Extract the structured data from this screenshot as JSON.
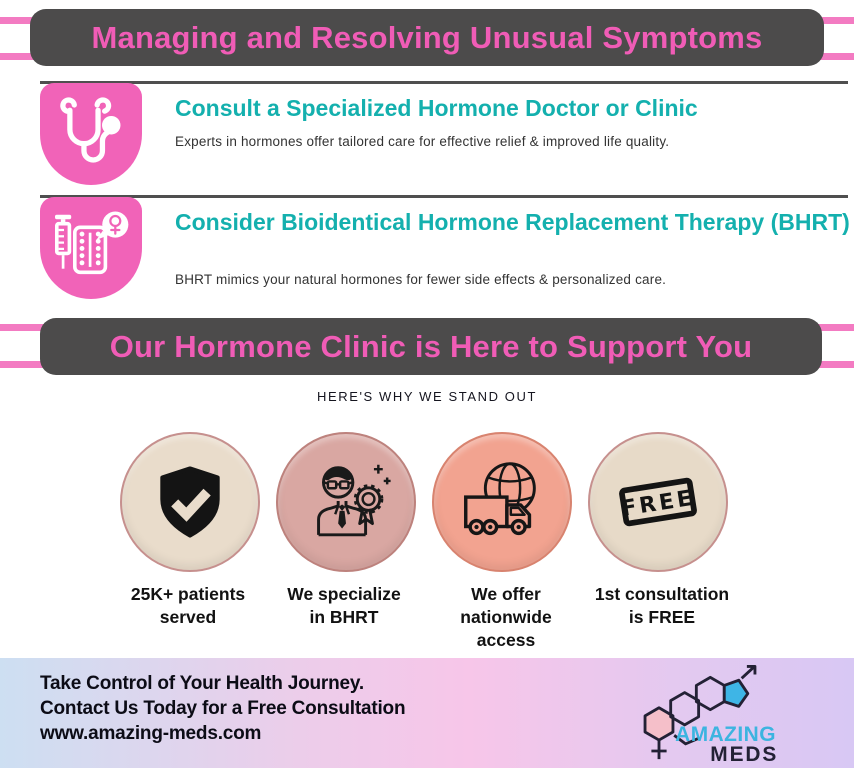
{
  "title_banner": {
    "text": "Managing and Resolving Unusual Symptoms"
  },
  "tips": [
    {
      "icon": "stethoscope-icon",
      "title": "Consult a Specialized Hormone Doctor or Clinic",
      "description": "Experts in hormones offer tailored care for effective relief & improved life quality."
    },
    {
      "icon": "syringe-pills-icon",
      "title": "Consider Bioidentical Hormone Replacement Therapy (BHRT)",
      "description": "BHRT mimics your natural hormones for fewer side effects & personalized care."
    }
  ],
  "support_banner": {
    "text": "Our Hormone Clinic is Here to Support You"
  },
  "standout": {
    "heading": "HERE'S WHY WE STAND OUT",
    "items": [
      {
        "icon": "shield-check-icon",
        "label": "25K+ patients served",
        "lines": [
          "25K+ patients",
          "served"
        ]
      },
      {
        "icon": "bhrt-specialist-icon",
        "label": "We specialize in BHRT",
        "lines": [
          "We specialize",
          "in BHRT"
        ]
      },
      {
        "icon": "nationwide-delivery-icon",
        "label": "We offer nationwide access",
        "lines": [
          "We offer",
          "nationwide",
          "access"
        ]
      },
      {
        "icon": "free-stamp-icon",
        "label": "1st consultation is FREE",
        "lines": [
          "1st consultation",
          "is FREE"
        ],
        "stamp_text": "FREE"
      }
    ]
  },
  "footer": {
    "cta_line1": "Take Control of Your Health Journey.",
    "cta_line2": "Contact Us Today for a Free Consultation",
    "website": "www.amazing-meds.com",
    "logo": {
      "word_top": "AMAZING",
      "word_bottom": "MEDS"
    }
  },
  "colors": {
    "banner_bg": "#4c4b4b",
    "banner_text_pink": "#f05cb6",
    "accent_line_pink": "#f37bc2",
    "tip_icon_pink": "#f163b8",
    "heading_teal": "#14b0ae",
    "circle_cream": "#e9dccb",
    "circle_rose": "#d9a7a2",
    "circle_salmon": "#f2a390",
    "logo_blue": "#3cb4e0",
    "logo_dark": "#232135"
  }
}
